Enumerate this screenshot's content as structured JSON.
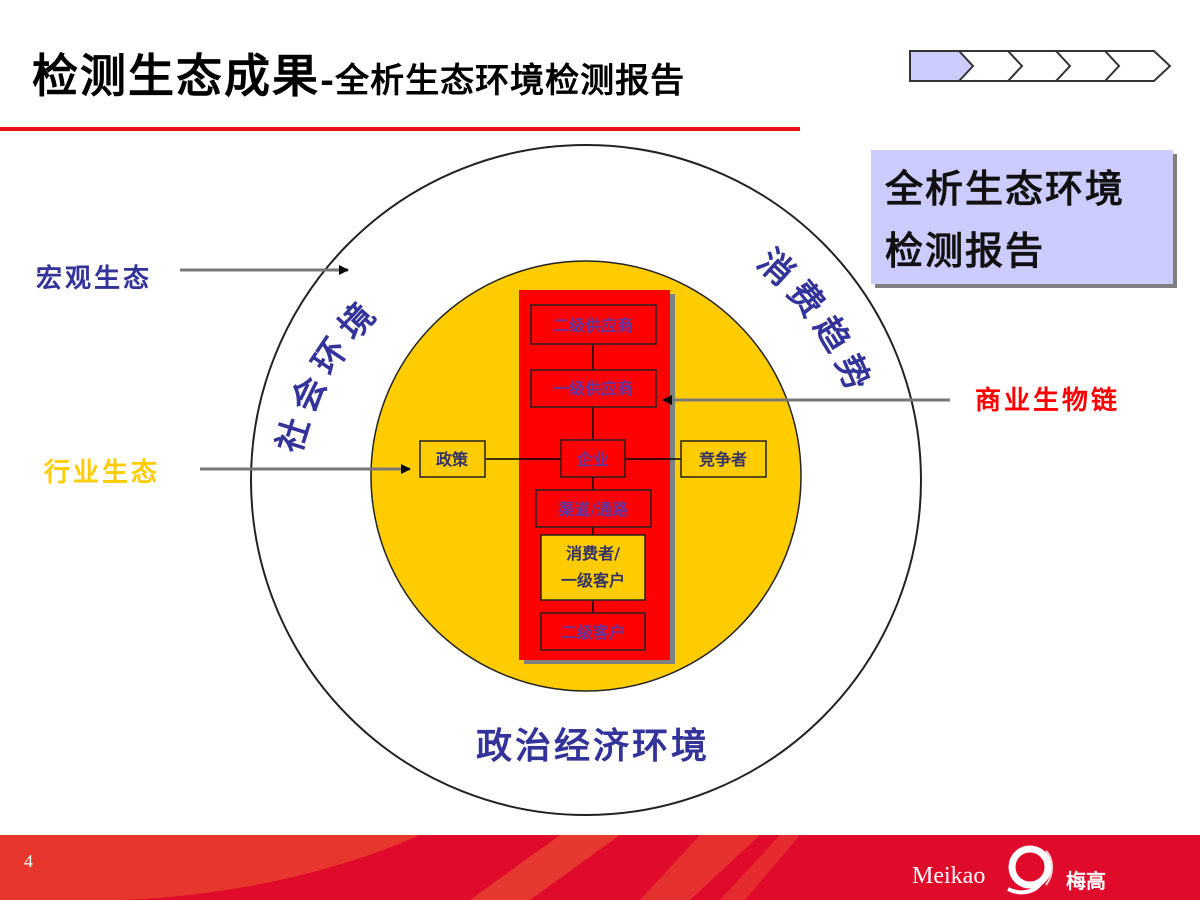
{
  "header": {
    "title_main": "检测生态成果",
    "title_sep": "-",
    "title_sub": "全析生态环境检测报告",
    "progress_steps": 5,
    "progress_active_index": 0,
    "progress_active_color": "#ccccff"
  },
  "callout": {
    "line1": "全析生态环境",
    "line2": "检测报告"
  },
  "side_labels": {
    "macro": {
      "text": "宏观生态",
      "color": "#333399"
    },
    "industry": {
      "text": "行业生态",
      "color": "#ffcc00"
    },
    "business_chain": {
      "text": "商业生物链",
      "color": "#ff0000"
    }
  },
  "ring_labels": {
    "social": "社会环境",
    "consumer_trend": "消费趋势",
    "political_economic": "政治经济环境",
    "color": "#333399"
  },
  "chain": {
    "nodes": [
      {
        "id": "tier2-supplier",
        "label": "二级供应商"
      },
      {
        "id": "tier1-supplier",
        "label": "一级供应商"
      },
      {
        "id": "enterprise",
        "label": "企业"
      },
      {
        "id": "channel",
        "label": "渠道/通路"
      },
      {
        "id": "consumer",
        "label_line1": "消费者/",
        "label_line2": "一级客户"
      },
      {
        "id": "tier2-customer",
        "label": "二级客户"
      }
    ],
    "side_nodes": {
      "policy": "政策",
      "competitor": "竞争者"
    }
  },
  "colors": {
    "outer_ring_fill": "#ffffff",
    "inner_circle_fill": "#ffcc00",
    "chain_panel_fill": "#ff0000",
    "node_text": "#333399",
    "accent_red": "#e8101a",
    "footer_red": "#e00a2a"
  },
  "footer": {
    "page_number": "4",
    "brand_en": "Meikao",
    "brand_cn": "梅高"
  }
}
